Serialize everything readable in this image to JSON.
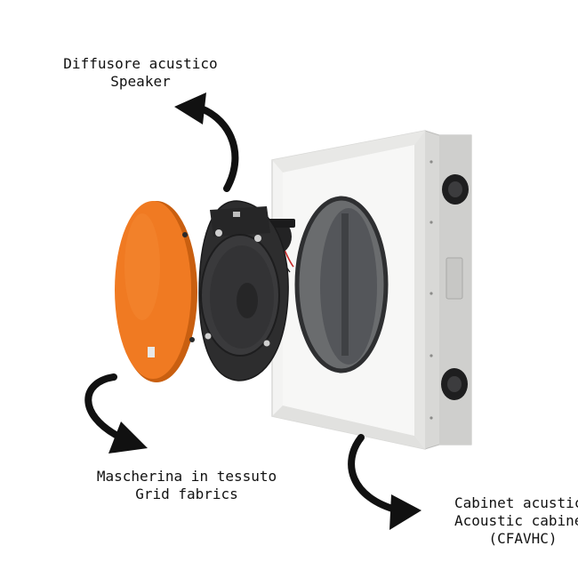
{
  "labels": {
    "speaker": {
      "line1": "Diffusore acustico",
      "line2": "Speaker"
    },
    "grid": {
      "line1": "Mascherina in tessuto",
      "line2": "Grid fabrics"
    },
    "cabinet": {
      "line1": "Cabinet acustico",
      "line2": "Acoustic cabinet",
      "line3": "(CFAVHC)"
    }
  },
  "colors": {
    "grill": "#F07A22",
    "cabinet_face": "#F1F1F0",
    "cabinet_side": "#E6E6E4",
    "cabinet_interior": "#5A5C5E",
    "speaker_body": "#2B2B2C",
    "arrow": "#111111"
  },
  "icons": [
    "curved-arrow-icon"
  ]
}
